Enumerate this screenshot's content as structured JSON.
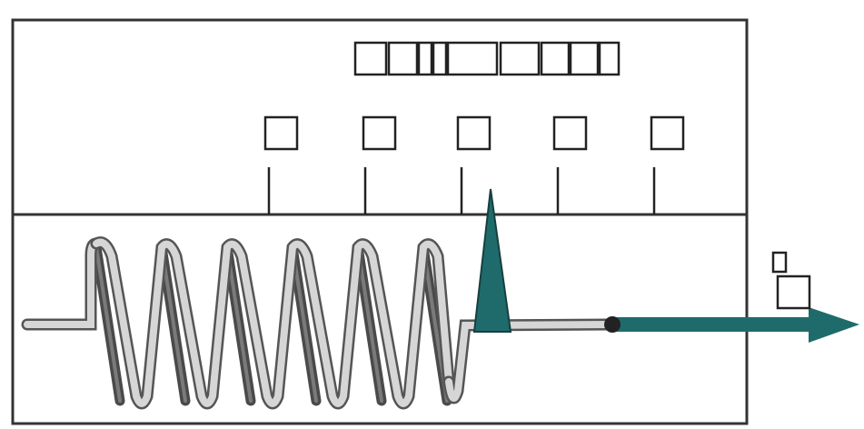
{
  "colors": {
    "frame": "#333333",
    "background": "#ffffff",
    "coil_back": "#5c5c5c",
    "coil_front": "#cfcfcf",
    "coil_outline": "#555555",
    "indicator": "#1f6b6b",
    "dot": "#222222"
  },
  "glyph_placeholders": {
    "title_box_count": 9,
    "scale_label_count": 5,
    "output_label_boxes": 2
  },
  "coil": {
    "turns": 6
  },
  "icons": {
    "pointer": "triangle-pointer-icon",
    "output": "arrow-right-icon",
    "coil": "spring-coil-icon"
  }
}
